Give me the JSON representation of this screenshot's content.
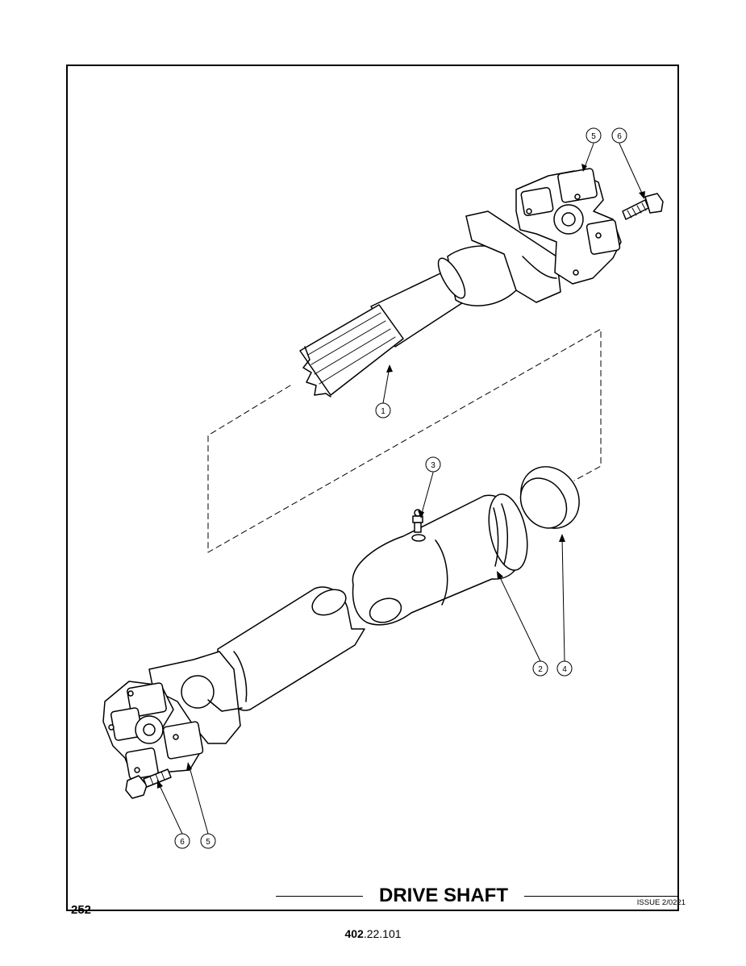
{
  "document": {
    "title": "DRIVE SHAFT",
    "page_number": "252",
    "issue": "ISSUE 2/0221",
    "part_number_bold": "402",
    "part_number_rest": ".22.101"
  },
  "callouts": {
    "c1": "1",
    "c2": "2",
    "c3": "3",
    "c4": "4",
    "c5_top": "5",
    "c6_top": "6",
    "c5_bottom": "5",
    "c6_bottom": "6"
  }
}
